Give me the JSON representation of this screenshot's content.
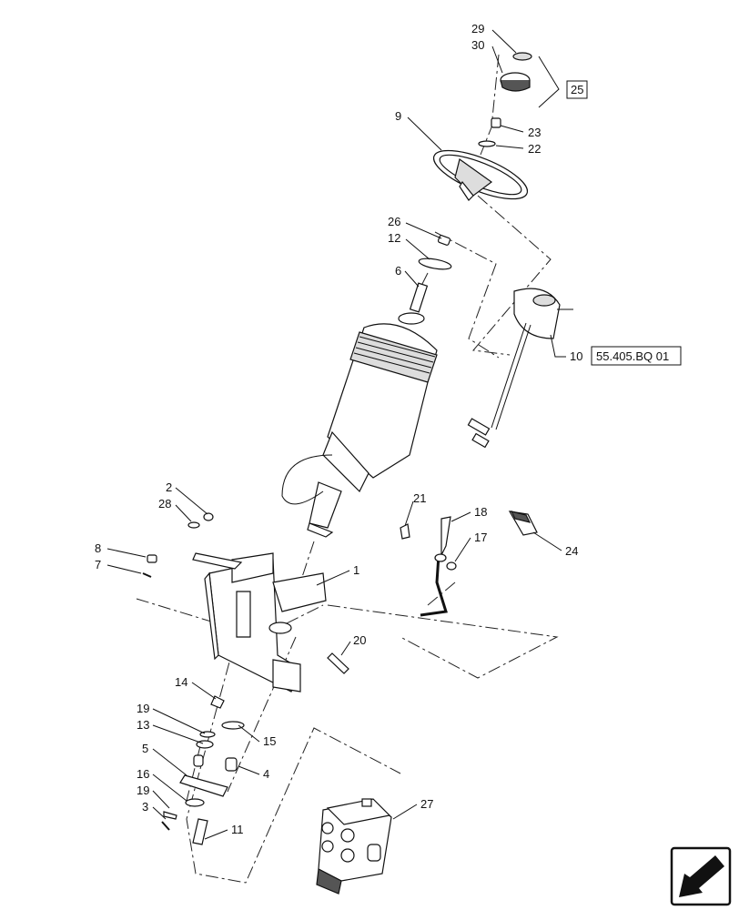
{
  "callouts": {
    "c1": "1",
    "c2": "2",
    "c3": "3",
    "c4": "4",
    "c5": "5",
    "c6": "6",
    "c7": "7",
    "c8": "8",
    "c9": "9",
    "c10": "10",
    "c11": "11",
    "c12": "12",
    "c13": "13",
    "c14": "14",
    "c15": "15",
    "c16": "16",
    "c17": "17",
    "c18": "18",
    "c19a": "19",
    "c19b": "19",
    "c20": "20",
    "c21": "21",
    "c22": "22",
    "c23": "23",
    "c24": "24",
    "c25": "25",
    "c26": "26",
    "c27": "27",
    "c28": "28",
    "c29": "29",
    "c30": "30"
  },
  "reference": {
    "ref_10": "55.405.BQ 01"
  },
  "icons": {
    "nav": "arrow-back-icon"
  }
}
